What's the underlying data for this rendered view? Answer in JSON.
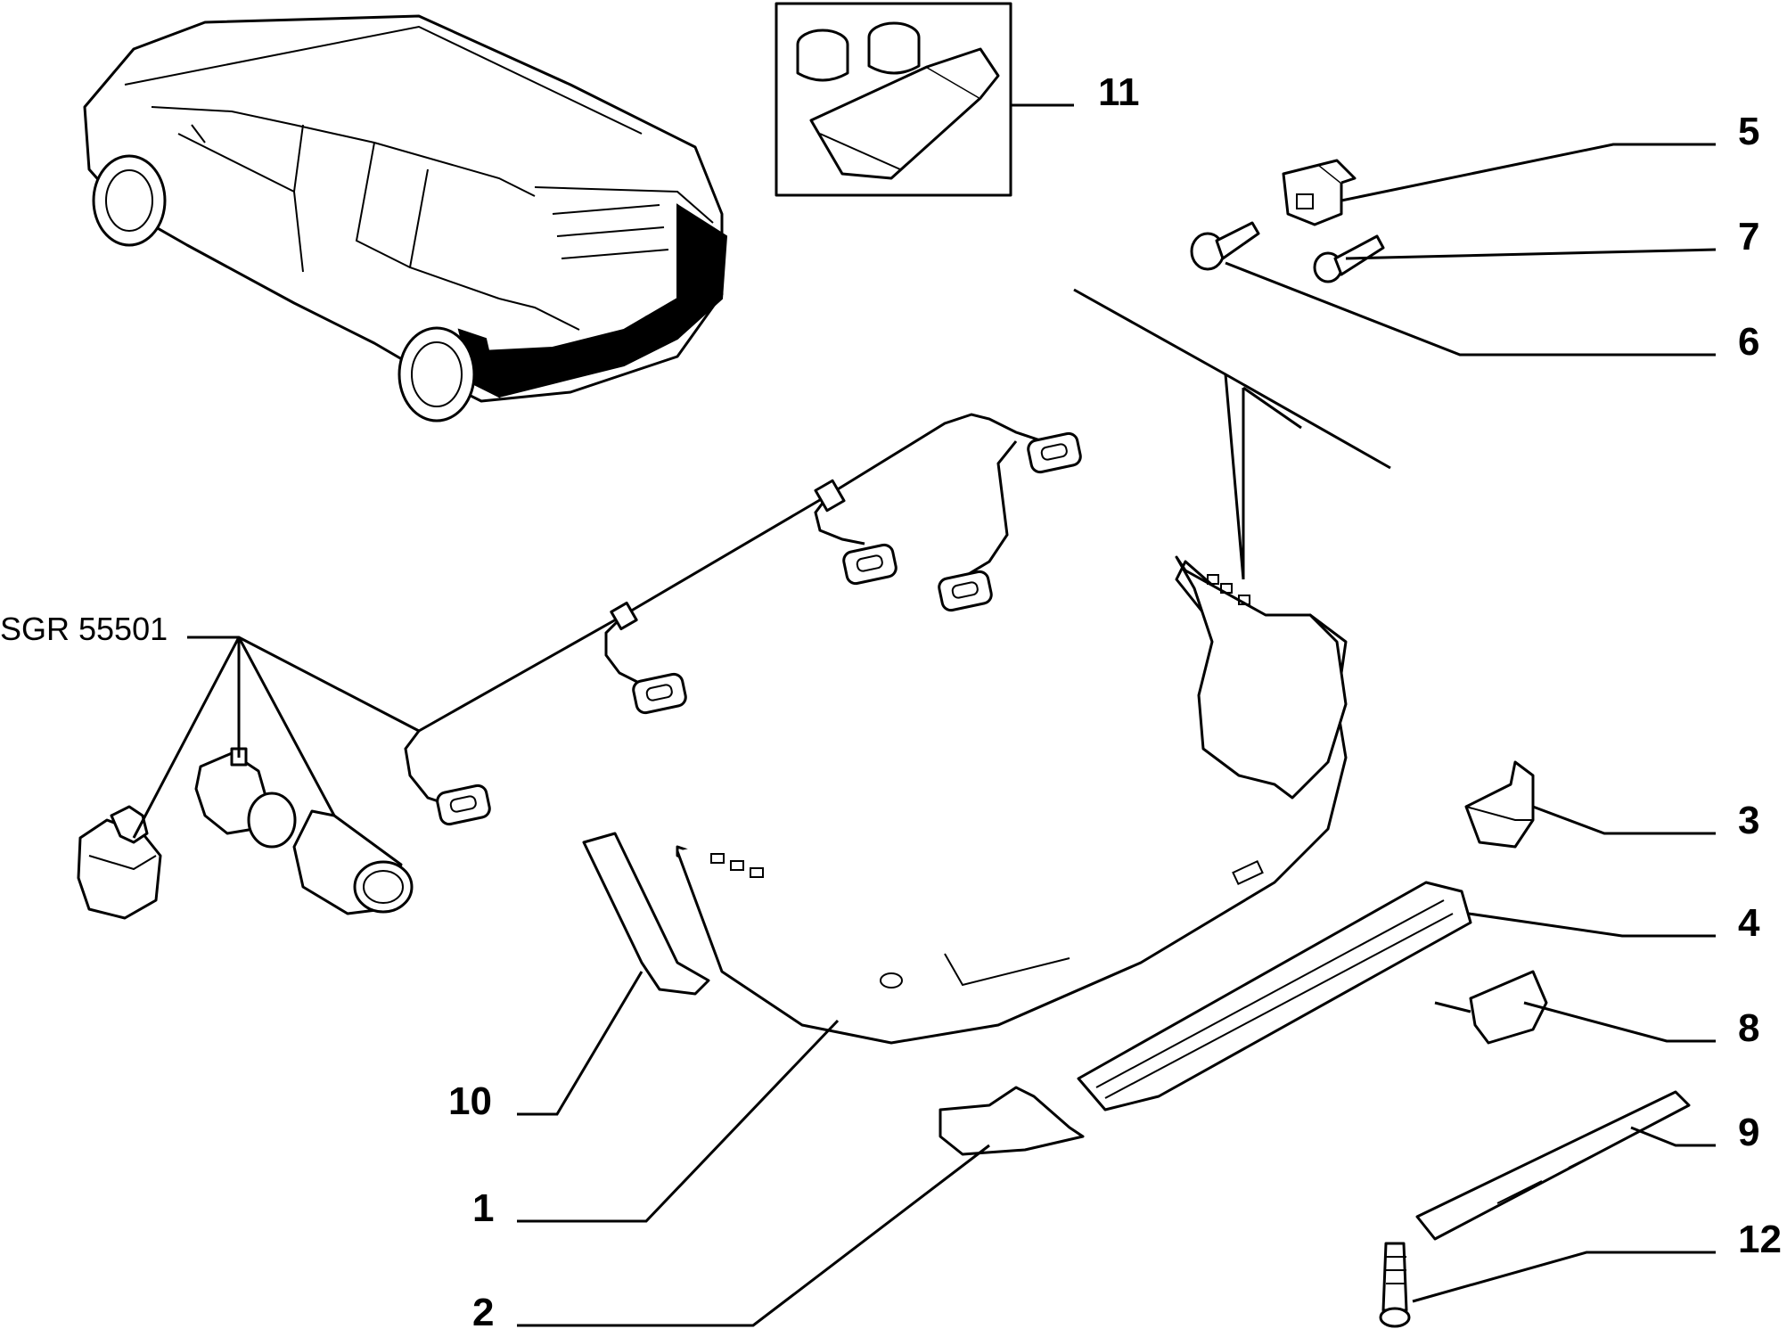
{
  "callouts": {
    "c1": "1",
    "c2": "2",
    "c3": "3",
    "c4": "4",
    "c5": "5",
    "c6": "6",
    "c7": "7",
    "c8": "8",
    "c9": "9",
    "c10": "10",
    "c11": "11",
    "c12": "12"
  },
  "reference": "SGR 55501",
  "colors": {
    "ink": "#000000",
    "paper": "#ffffff"
  }
}
